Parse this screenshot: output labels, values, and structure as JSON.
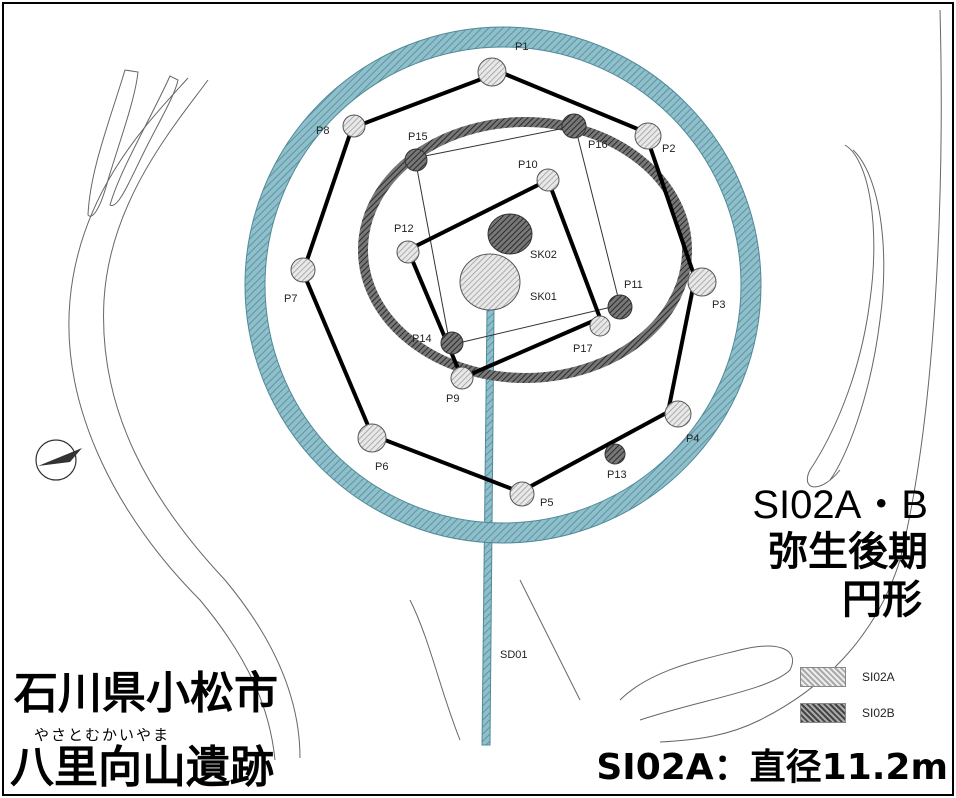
{
  "site": {
    "feature_id": "SI02A・B",
    "period": "弥生後期",
    "shape": "円形",
    "prefecture_city": "石川県小松市",
    "site_reading": "やさとむかいやま",
    "site_name": "八里向山遺跡",
    "diameter_note": "SI02A：直径11.2m"
  },
  "legend": [
    {
      "label": "SI02A",
      "pattern": "light-hatch"
    },
    {
      "label": "SI02B",
      "pattern": "dark-hatch"
    }
  ],
  "features": {
    "posts": [
      "P1",
      "P2",
      "P3",
      "P4",
      "P5",
      "P6",
      "P7",
      "P8",
      "P9",
      "P10",
      "P11",
      "P12",
      "P13",
      "P14",
      "P15",
      "P16",
      "P17"
    ],
    "pits": [
      "SK01",
      "SK02"
    ],
    "ditch": "SD01"
  },
  "colors": {
    "outer_ditch": "#7fb3c0",
    "outline": "#000000",
    "light_hatch": "#aaaaaa",
    "dark_hatch": "#444444"
  }
}
